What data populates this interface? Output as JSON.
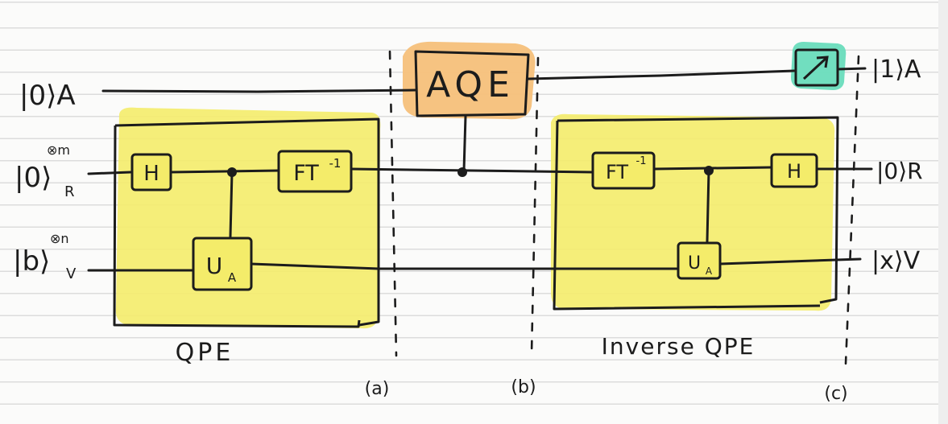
{
  "colors": {
    "ink": "#1c1c1c",
    "qpe_highlight": "#f4ec6a",
    "aqe_highlight": "#f6c07a",
    "measure_highlight": "#69dcbc"
  },
  "inputs": {
    "ancilla": "|0⟩A",
    "register_prefix": "|0⟩",
    "register_super": "⊗m",
    "register_sub": "R",
    "vector_prefix": "|b⟩",
    "vector_super": "⊗n",
    "vector_sub": "V"
  },
  "outputs": {
    "ancilla": "|1⟩A",
    "register": "|0⟩R",
    "vector": "|x⟩V"
  },
  "blocks": {
    "qpe_label": "QPE",
    "inverse_qpe_label": "Inverse QPE",
    "aqe_label": "AQE"
  },
  "gates": {
    "hadamard": "H",
    "inverse_ft": "FT",
    "inverse_ft_sup": "-1",
    "unitary": "U",
    "unitary_sub": "A",
    "measure_icon": "measurement-meter-icon"
  },
  "stages": [
    "(a)",
    "(b)",
    "(c)"
  ]
}
